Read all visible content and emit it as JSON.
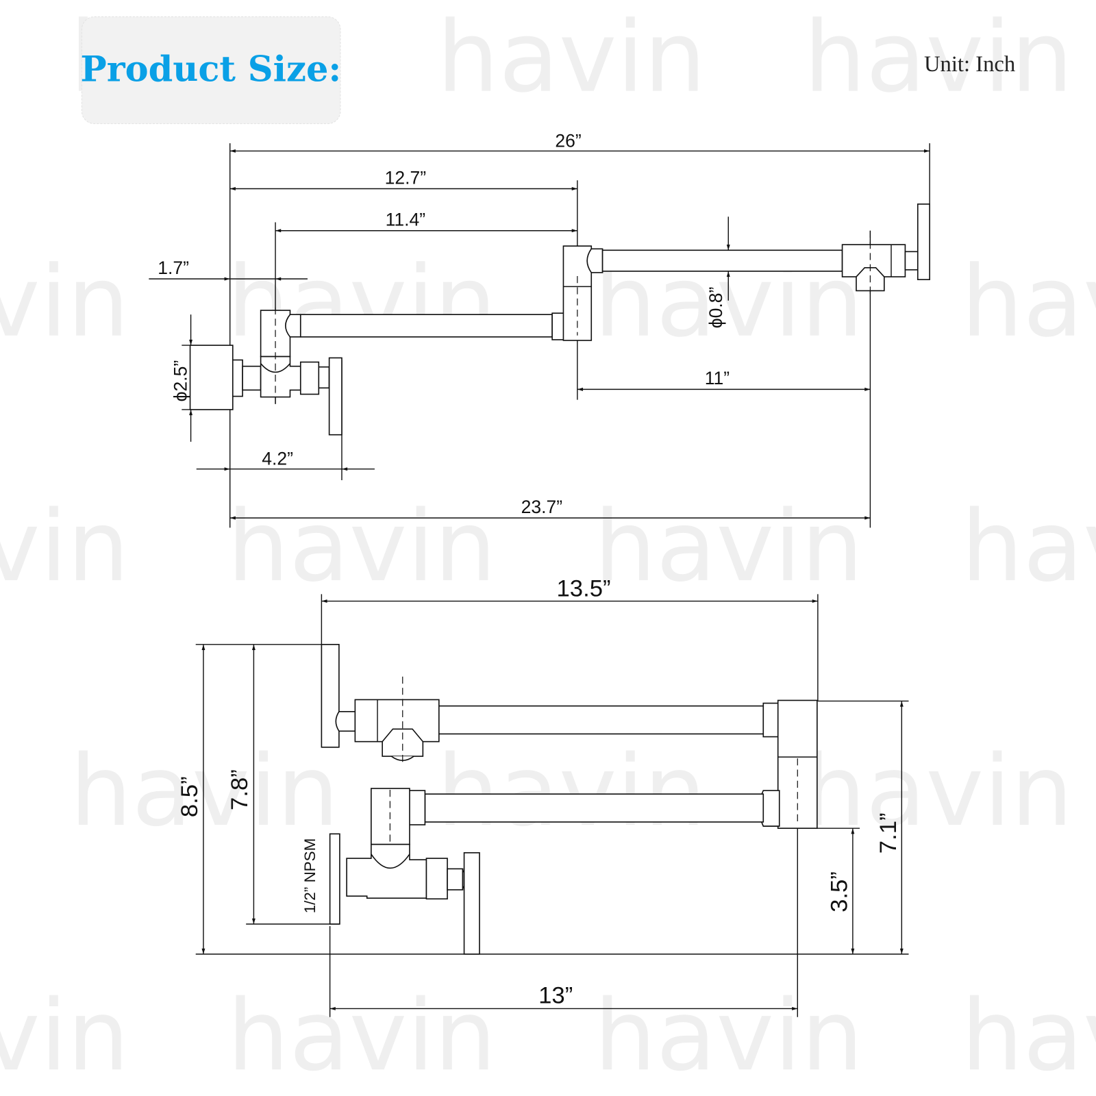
{
  "header": {
    "title": "Product Size:",
    "unit": "Unit:  Inch"
  },
  "watermark": "havin",
  "colors": {
    "title": "#0aa0e6",
    "watermark": "#efefef",
    "line": "#111111"
  },
  "top_view": {
    "overall_length": "26”",
    "to_swivel": "12.7”",
    "arm1": "11.4”",
    "wall_offset": "1.7”",
    "pipe_dia": "ϕ0.8”",
    "flange_dia": "ϕ2.5”",
    "arm2": "11”",
    "handle_reach": "4.2”",
    "to_spout": "23.7”"
  },
  "side_view": {
    "width": "13.5”",
    "total_height": "8.5”",
    "inlet_height": "7.8”",
    "swivel_height": "7.1”",
    "spout_height": "3.5”",
    "depth": "13”",
    "thread": "1/2” NPSM"
  }
}
